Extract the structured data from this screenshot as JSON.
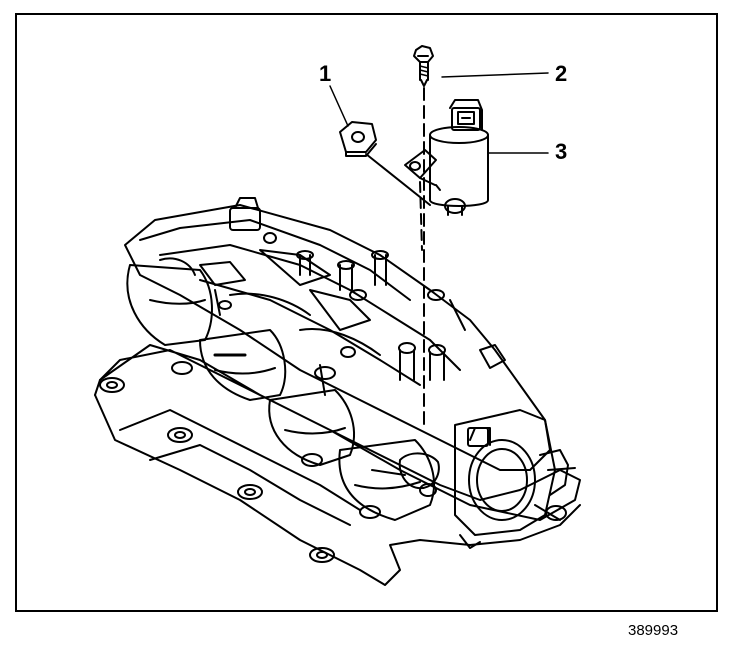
{
  "callouts": {
    "c1": "1",
    "c2": "2",
    "c3": "3"
  },
  "figure_id": "389993",
  "colors": {
    "line": "#000000",
    "background": "#ffffff"
  }
}
